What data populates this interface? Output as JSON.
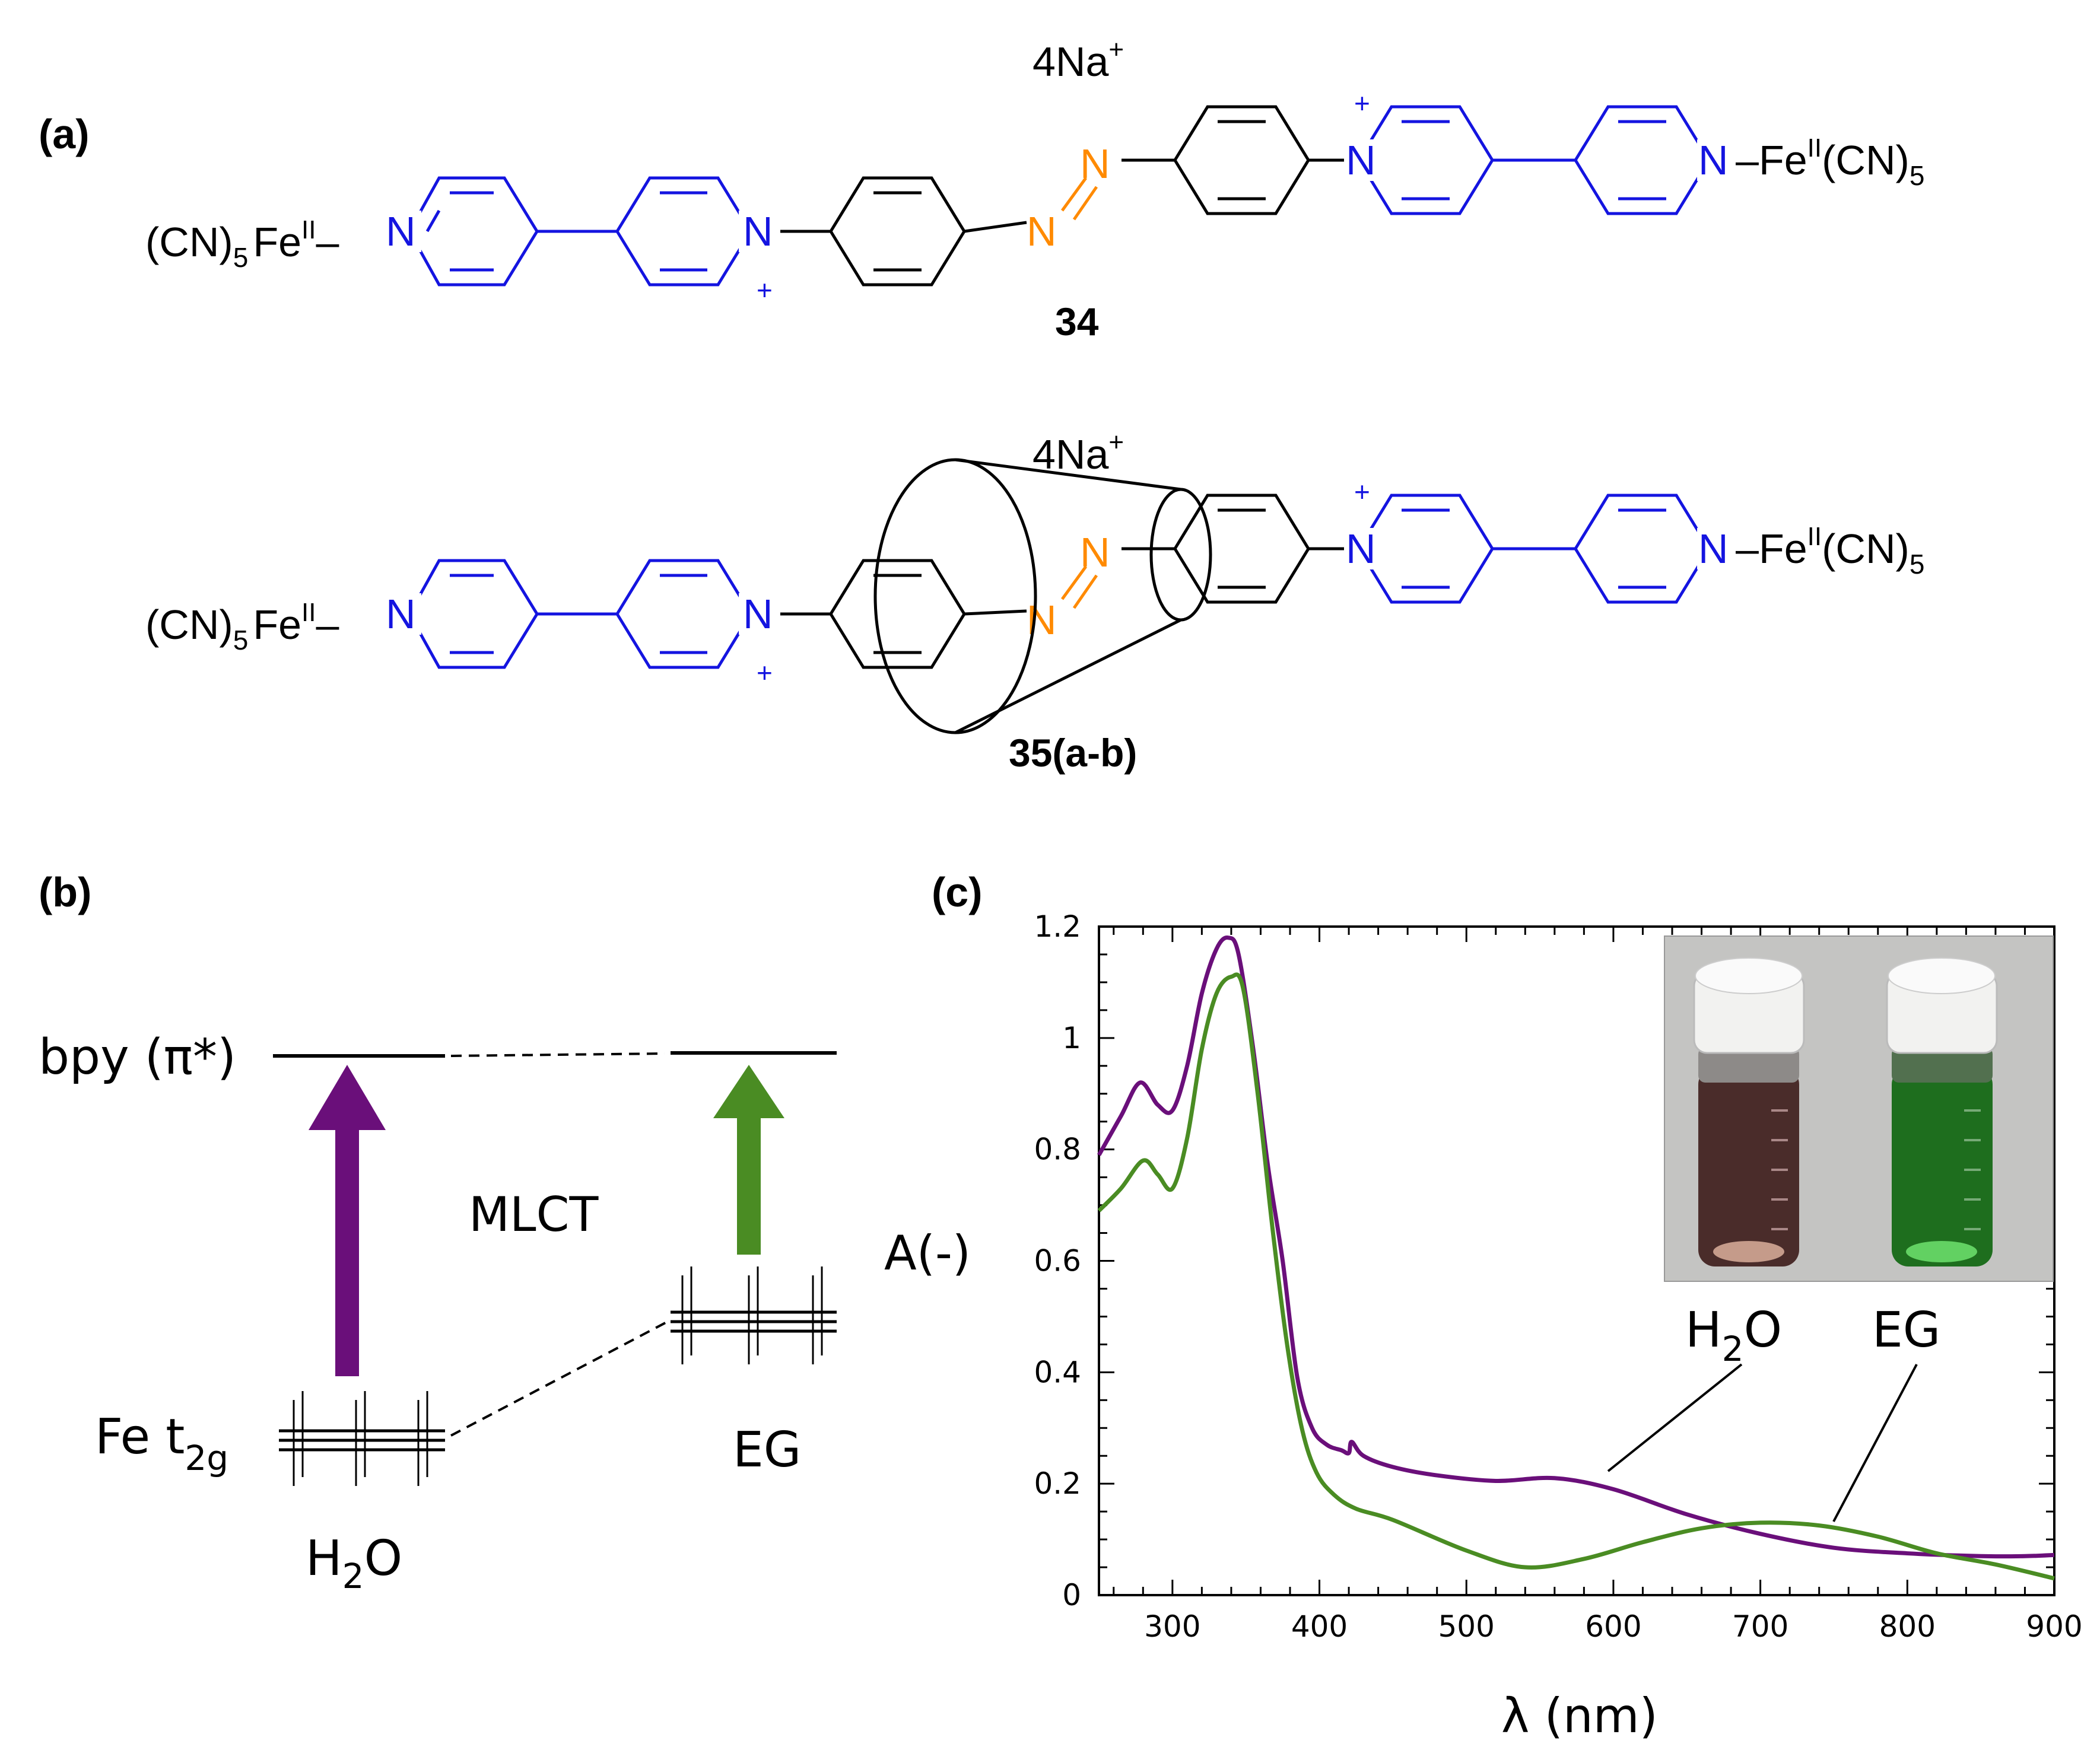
{
  "colors": {
    "pyridinium": "#1414e0",
    "azo": "#ff8a00",
    "water": "#6a0f7a",
    "ethylene_glycol": "#4a8c23",
    "vial_water_liquid": "#4a2c2a",
    "vial_eg_liquid": "#1e6e1e"
  },
  "panel_a": {
    "label": "(a)",
    "molecule_34": {
      "counterion": "4Na",
      "counterion_sup": "+",
      "left_group": "(CN)",
      "left_sub": "5",
      "left_fe": "Fe",
      "fe_ox": "II",
      "right_fe": "Fe",
      "right_group": "(CN)",
      "right_sub": "5",
      "n": "N",
      "plus": "+",
      "compound_label": "34"
    },
    "molecule_35": {
      "counterion": "4Na",
      "counterion_sup": "+",
      "left_group": "(CN)",
      "left_sub": "5",
      "left_fe": "Fe",
      "fe_ox": "II",
      "right_fe": "Fe",
      "right_group": "(CN)",
      "right_sub": "5",
      "n": "N",
      "plus": "+",
      "compound_label": "35(a-b)"
    }
  },
  "panel_b": {
    "label": "(b)",
    "bpy_label": "bpy (π*)",
    "mlct_label": "MLCT",
    "fe_label": "Fe t",
    "fe_sub": "2g",
    "h2o_h": "H",
    "h2o_sub": "2",
    "h2o_o": "O",
    "eg_label": "EG"
  },
  "panel_c": {
    "label": "(c)",
    "ylabel": "A(-)",
    "xlabel": "λ (nm)",
    "annotation_h2o_h": "H",
    "annotation_h2o_sub": "2",
    "annotation_h2o_o": "O",
    "annotation_eg": "EG",
    "inset_icon": "photo-of-two-vials"
  },
  "chart_data": {
    "type": "line",
    "xlabel": "λ (nm)",
    "ylabel": "A(-)",
    "xlim": [
      250,
      900
    ],
    "ylim": [
      0,
      1.2
    ],
    "xticks": [
      300,
      400,
      500,
      600,
      700,
      800,
      900
    ],
    "yticks": [
      0,
      0.2,
      0.4,
      0.6,
      0.8,
      1,
      1.2
    ],
    "ytick_labels": [
      "0",
      "0.2",
      "0.4",
      "0.6",
      "0.8",
      "1",
      "1.2"
    ],
    "grid": false,
    "series": [
      {
        "name": "H2O",
        "color": "#6a0f7a",
        "x": [
          250,
          265,
          278,
          290,
          300,
          310,
          320,
          330,
          338,
          345,
          355,
          365,
          375,
          385,
          395,
          405,
          415,
          420,
          422,
          430,
          450,
          480,
          520,
          560,
          600,
          650,
          700,
          750,
          800,
          850,
          880,
          900
        ],
        "y": [
          0.79,
          0.86,
          0.92,
          0.88,
          0.87,
          0.95,
          1.08,
          1.16,
          1.18,
          1.15,
          0.98,
          0.77,
          0.6,
          0.39,
          0.3,
          0.27,
          0.26,
          0.255,
          0.275,
          0.25,
          0.23,
          0.215,
          0.205,
          0.21,
          0.19,
          0.145,
          0.11,
          0.085,
          0.075,
          0.07,
          0.07,
          0.072
        ]
      },
      {
        "name": "EG",
        "color": "#4a8c23",
        "x": [
          250,
          265,
          280,
          290,
          300,
          310,
          320,
          330,
          340,
          348,
          358,
          368,
          378,
          388,
          398,
          410,
          425,
          450,
          500,
          540,
          580,
          620,
          660,
          700,
          740,
          780,
          820,
          860,
          900
        ],
        "y": [
          0.69,
          0.73,
          0.78,
          0.755,
          0.73,
          0.82,
          0.98,
          1.08,
          1.11,
          1.09,
          0.9,
          0.66,
          0.45,
          0.3,
          0.22,
          0.18,
          0.155,
          0.135,
          0.08,
          0.05,
          0.065,
          0.095,
          0.12,
          0.13,
          0.125,
          0.105,
          0.075,
          0.055,
          0.03
        ]
      }
    ]
  }
}
